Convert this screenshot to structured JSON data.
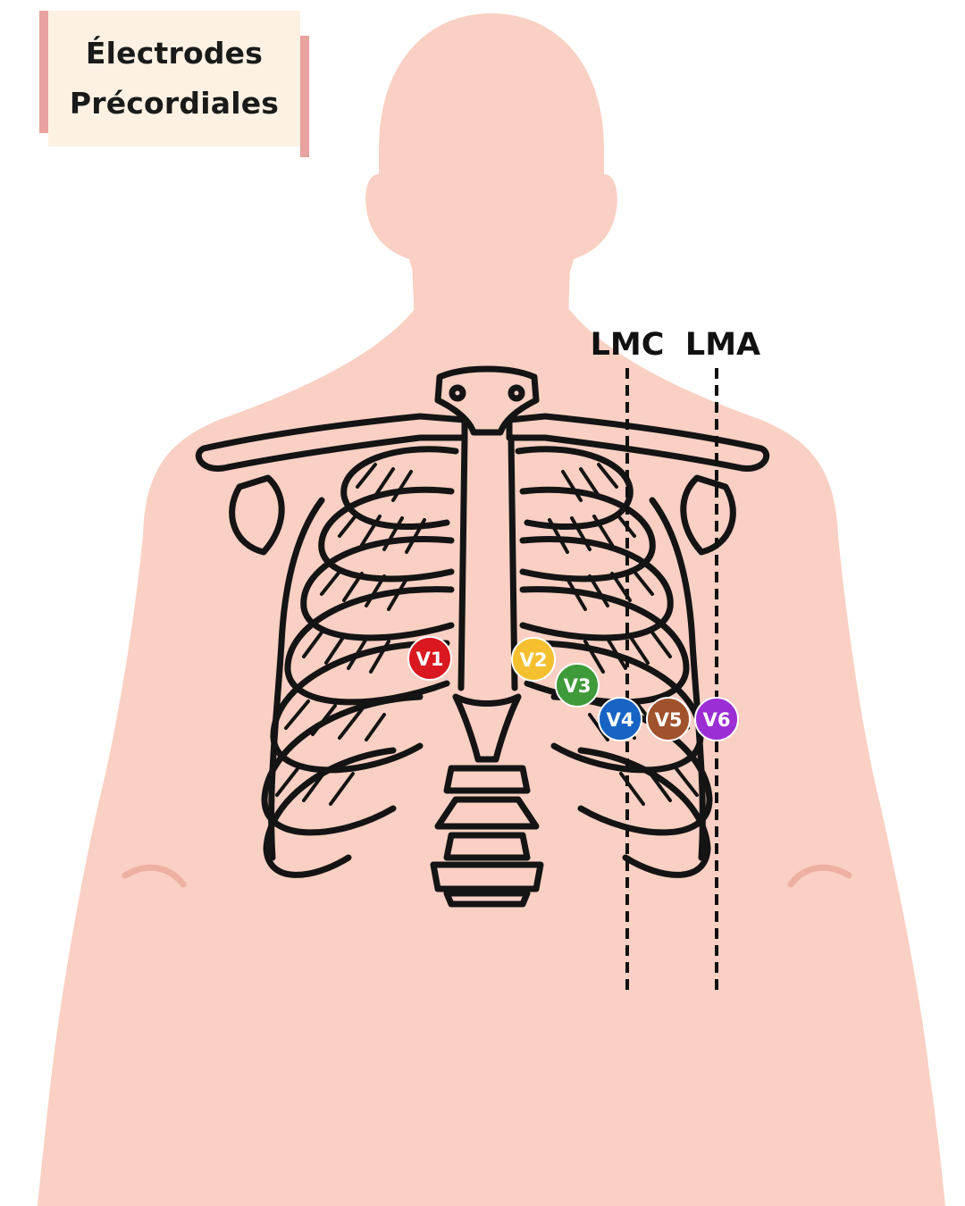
{
  "title": {
    "line1": "Électrodes",
    "line2": "Précordiales"
  },
  "guides": [
    {
      "label": "LMC"
    },
    {
      "label": "LMA"
    }
  ],
  "electrodes": [
    {
      "label": "V1",
      "color": "#d9181f"
    },
    {
      "label": "V2",
      "color": "#f4c02f"
    },
    {
      "label": "V3",
      "color": "#3f9a3a"
    },
    {
      "label": "V4",
      "color": "#1864c4"
    },
    {
      "label": "V5",
      "color": "#a0522d"
    },
    {
      "label": "V6",
      "color": "#9b2fd4"
    }
  ],
  "colors": {
    "skin": "#f9d0c3",
    "skin_shadow": "#eeb0a2",
    "bone_outline": "#141414",
    "title_bg": "#fdf1e3",
    "title_accent": "#e8a29f"
  }
}
